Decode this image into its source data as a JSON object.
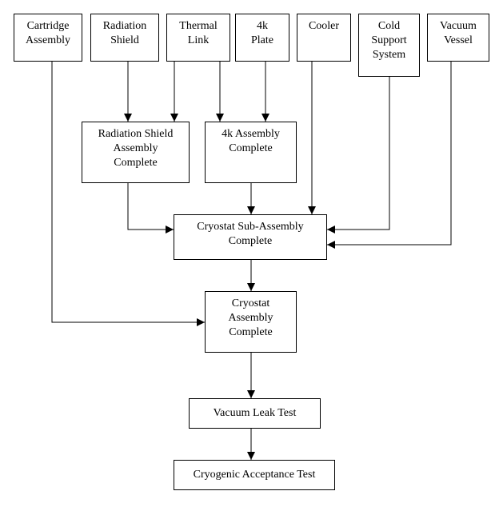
{
  "diagram": {
    "top_row": {
      "cartridge": [
        "Cartridge",
        "Assembly"
      ],
      "radiation_shield": [
        "Radiation",
        "Shield"
      ],
      "thermal_link": [
        "Thermal",
        "Link"
      ],
      "plate_4k": [
        "4k",
        "Plate"
      ],
      "cooler": [
        "Cooler"
      ],
      "cold_support": [
        "Cold",
        "Support",
        "System"
      ],
      "vacuum_vessel": [
        "Vacuum",
        "Vessel"
      ]
    },
    "middle_row": {
      "radiation_shield_complete": [
        "Radiation Shield",
        "Assembly",
        "Complete"
      ],
      "assembly_4k_complete": [
        "4k Assembly",
        "Complete"
      ]
    },
    "cryostat_sub_assembly": [
      "Cryostat Sub-Assembly",
      "Complete"
    ],
    "cryostat_assembly": [
      "Cryostat",
      "Assembly",
      "Complete"
    ],
    "vacuum_leak_test": [
      "Vacuum Leak Test"
    ],
    "cryogenic_acceptance_test": [
      "Cryogenic Acceptance Test"
    ],
    "colors": {
      "line": "#000000",
      "box_border": "#000000",
      "background": "#ffffff"
    }
  }
}
